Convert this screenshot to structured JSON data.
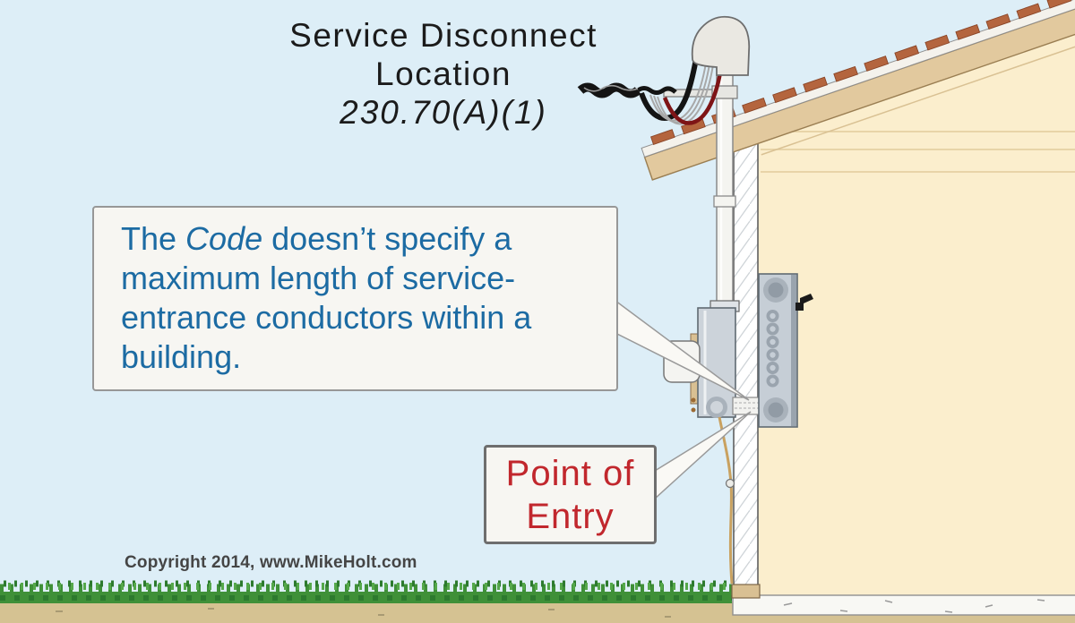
{
  "title": {
    "line1": "Service Disconnect",
    "line2": "Location",
    "code_reference": "230.70(A)(1)"
  },
  "note_callout": {
    "text_before": "The ",
    "emphasized_word": "Code",
    "text_after": " doesn’t specify a maximum length of service-entrance conductors within a building.",
    "text_color": "#1c6ba3"
  },
  "entry_callout": {
    "line1": "Point of",
    "line2": "Entry",
    "text_color": "#c1272d"
  },
  "footer": {
    "copyright": "Copyright 2014, www.MikeHolt.com"
  },
  "colors": {
    "sky": "#ddeef7",
    "interior_wall": "#fbeecd",
    "roof_deck": "#e2c99e",
    "shingles": "#b4653e",
    "metal_gray": "#ccd3da",
    "grass": "#3f9038",
    "dirt": "#d5c292",
    "callout_background": "#f7f6f2",
    "callout_border": "#979797",
    "note_text": "#1c6ba3",
    "entry_text": "#c1272d"
  },
  "diagram_parts": {
    "weatherhead": "weatherhead-icon",
    "service_mast": "service-mast-conduit",
    "service_drop": "service-drop-cable",
    "drip_loops": "drip-loop-wires",
    "meter": "meter-enclosure",
    "wall": "exterior-wall-cross-section",
    "entry_nipple": "point-of-entry-nipple",
    "panel": "service-disconnect-panel",
    "ground_wire": "grounding-electrode-conductor"
  }
}
